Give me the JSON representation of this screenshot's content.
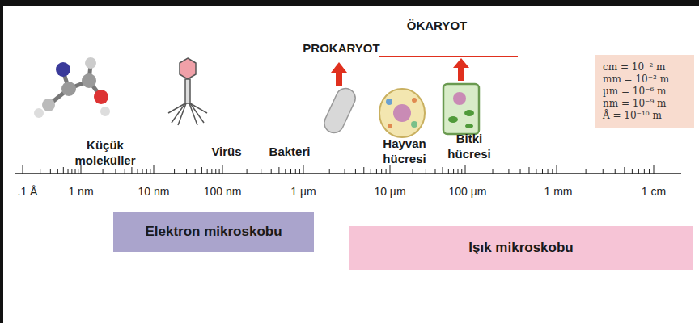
{
  "diagram": {
    "nodes": [
      {
        "text": [
          "cm = 10⁻² m",
          "mm = 10⁻³ m",
          "µm = 10⁻⁶ m",
          "nm = 10⁻⁹ m",
          "Å = 10⁻¹⁰ m"
        ]
      },
      {
        "text": [
          "Elektron mikroskobu"
        ]
      },
      {
        "text": [
          "Işık mikroskobu"
        ]
      }
    ],
    "labels": [
      "ÖKARYOT",
      "PROKARYOT",
      "Küçük moleküller",
      "Virüs",
      "Bakteri",
      "Hayvan hücresi",
      "Bitki hücresi",
      ".1 Å",
      "1 nm",
      "10 nm",
      "100 nm",
      "1 µm",
      "10 µm",
      "100 µm",
      "1 mm",
      "1 cm"
    ]
  }
}
